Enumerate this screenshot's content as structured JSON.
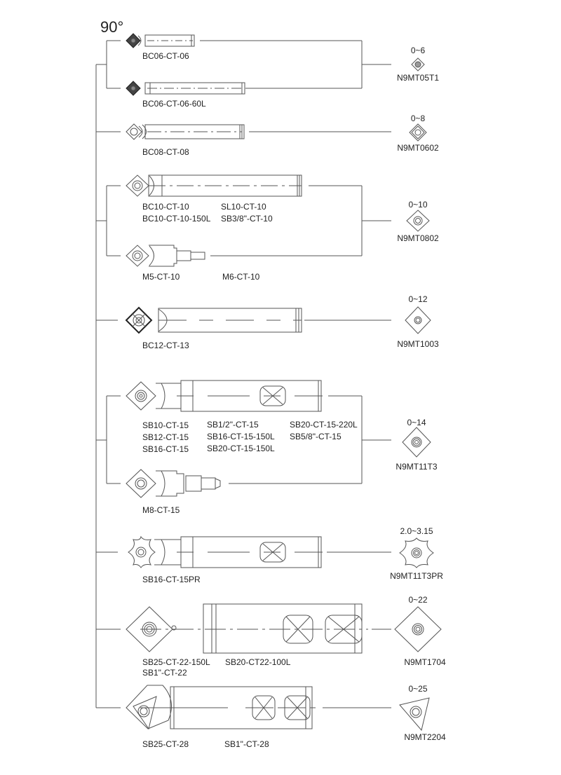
{
  "title": "90°",
  "groups": [
    {
      "range": "0~6",
      "insert": "N9MT05T1",
      "holders": [
        {
          "labels": [
            "BC06-CT-06"
          ]
        },
        {
          "labels": [
            "BC06-CT-06-60L"
          ]
        }
      ]
    },
    {
      "range": "0~8",
      "insert": "N9MT0602",
      "holders": [
        {
          "labels": [
            "BC08-CT-08"
          ]
        }
      ]
    },
    {
      "range": "0~10",
      "insert": "N9MT0802",
      "holders": [
        {
          "labels": [
            "BC10-CT-10",
            "BC10-CT-10-150L"
          ],
          "labels2": [
            "SL10-CT-10",
            "SB3/8\"-CT-10"
          ]
        },
        {
          "labels": [
            "M5-CT-10"
          ],
          "labels2": [
            "M6-CT-10"
          ]
        }
      ]
    },
    {
      "range": "0~12",
      "insert": "N9MT1003",
      "holders": [
        {
          "labels": [
            "BC12-CT-13"
          ]
        }
      ]
    },
    {
      "range": "0~14",
      "insert": "N9MT11T3",
      "holders": [
        {
          "labels": [
            "SB10-CT-15",
            "SB12-CT-15",
            "SB16-CT-15"
          ],
          "labels2": [
            "SB1/2\"-CT-15",
            "SB16-CT-15-150L",
            "SB20-CT-15-150L"
          ],
          "labels3": [
            "SB20-CT-15-220L",
            "SB5/8\"-CT-15"
          ]
        },
        {
          "labels": [
            "M8-CT-15"
          ]
        }
      ]
    },
    {
      "range": "2.0~3.15",
      "insert": "N9MT11T3PR",
      "holders": [
        {
          "labels": [
            "SB16-CT-15PR"
          ]
        }
      ]
    },
    {
      "range": "0~22",
      "insert": "N9MT1704",
      "holders": [
        {
          "labels": [
            "SB25-CT-22-150L",
            "SB1\"-CT-22"
          ],
          "labels2": [
            "SB20-CT22-100L"
          ]
        }
      ]
    },
    {
      "range": "0~25",
      "insert": "N9MT2204",
      "holders": [
        {
          "labels": [
            "SB25-CT-28"
          ],
          "labels2": [
            "SB1\"-CT-28"
          ]
        }
      ]
    }
  ],
  "colors": {
    "line": "#555555",
    "text": "#222222",
    "background": "#ffffff"
  }
}
